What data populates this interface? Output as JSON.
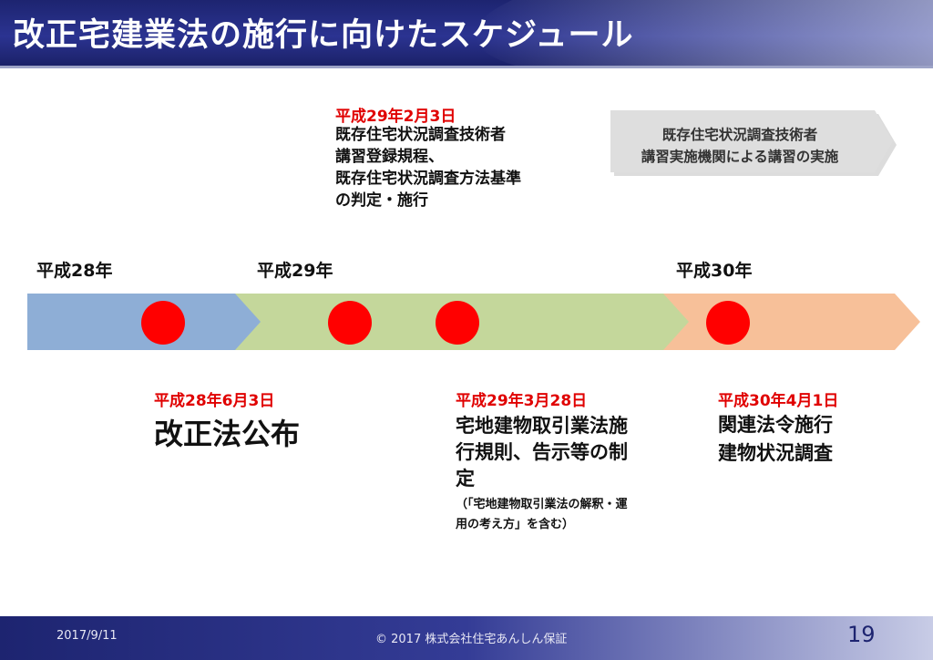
{
  "header": {
    "title": "改正宅建業法の施行に向けたスケジュール"
  },
  "top_event": {
    "date": "平成29年2月3日",
    "lines": [
      "既存住宅状況調査技術者",
      "講習登録規程、",
      "既存住宅状況調査方法基準",
      "の判定・施行"
    ]
  },
  "callout": {
    "lines": [
      "既存住宅状況調査技術者",
      "講習実施機関による講習の実施"
    ]
  },
  "years": [
    "平成28年",
    "平成29年",
    "平成30年"
  ],
  "segments": [
    {
      "year": "平成28年",
      "color": "#8eaed6"
    },
    {
      "year": "平成29年",
      "color": "#c4d79b"
    },
    {
      "year": "平成30年",
      "color": "#f7c099"
    }
  ],
  "dot_color": "#ff0000",
  "events": [
    {
      "date": "平成28年6月3日",
      "lines": [
        "改正法公布"
      ]
    },
    {
      "date": "平成29年3月28日",
      "lines": [
        "宅地建物取引業法施",
        "行規則、告示等の制",
        "定"
      ],
      "note": [
        "（「宅地建物取引業法の解釈・運",
        "用の考え方」を含む）"
      ]
    },
    {
      "date": "平成30年4月1日",
      "lines": [
        "関連法令施行",
        "建物状況調査"
      ]
    }
  ],
  "footer": {
    "date": "2017/9/11",
    "copyright": "© 2017 株式会社住宅あんしん保証",
    "page": "19"
  }
}
